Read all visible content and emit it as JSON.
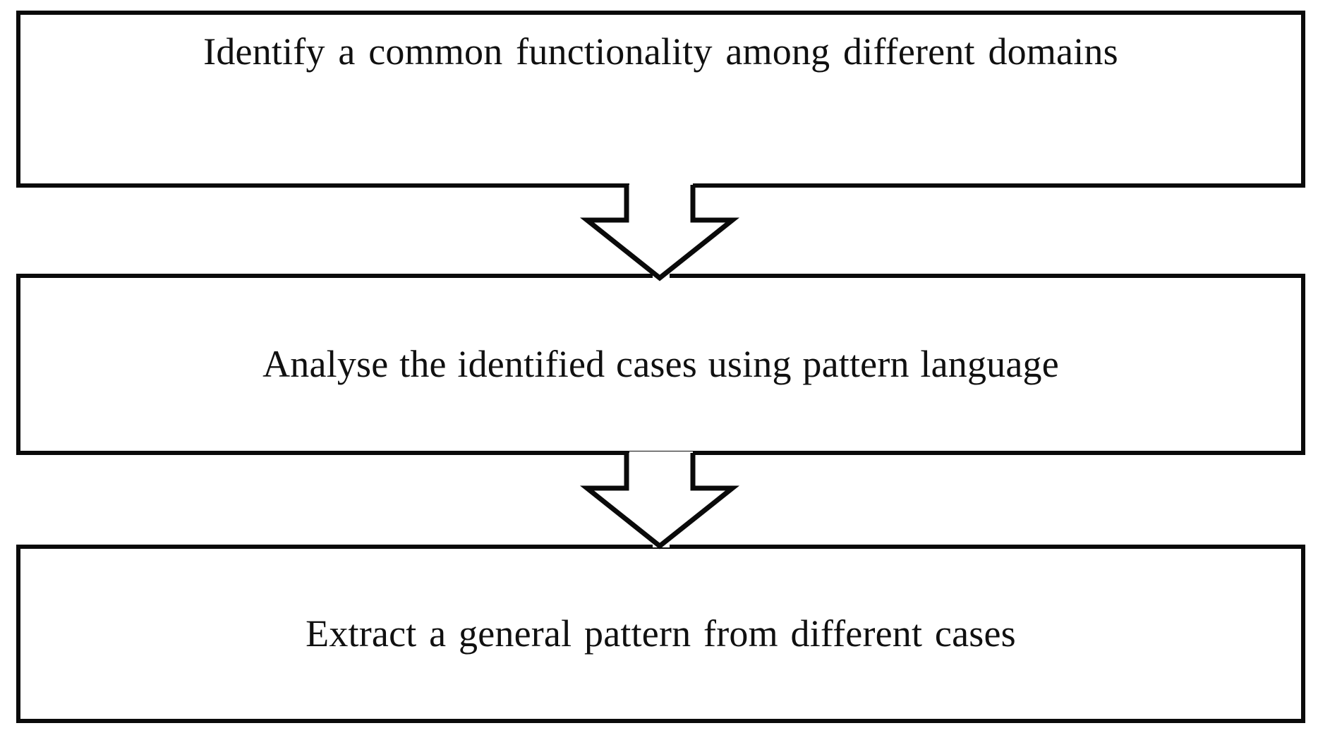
{
  "diagram": {
    "type": "flowchart",
    "orientation": "vertical",
    "title": "",
    "colors": {
      "box_fill": "#ffffff",
      "box_border": "#0a0a0a",
      "text": "#101010",
      "arrow_fill": "#ffffff",
      "arrow_stroke": "#0a0a0a",
      "background": "#ffffff"
    },
    "steps": [
      {
        "id": "step-1",
        "order": 1,
        "text": "Identify a common functionality among different domains"
      },
      {
        "id": "step-2",
        "order": 2,
        "text": "Analyse the identified cases using pattern language"
      },
      {
        "id": "step-3",
        "order": 3,
        "text": "Extract a general pattern from different cases"
      }
    ],
    "connectors": [
      {
        "id": "connector-1",
        "from": "step-1",
        "to": "step-2",
        "shape": "hollow-block-arrow",
        "direction": "down"
      },
      {
        "id": "connector-2",
        "from": "step-2",
        "to": "step-3",
        "shape": "hollow-block-arrow",
        "direction": "down"
      }
    ]
  }
}
